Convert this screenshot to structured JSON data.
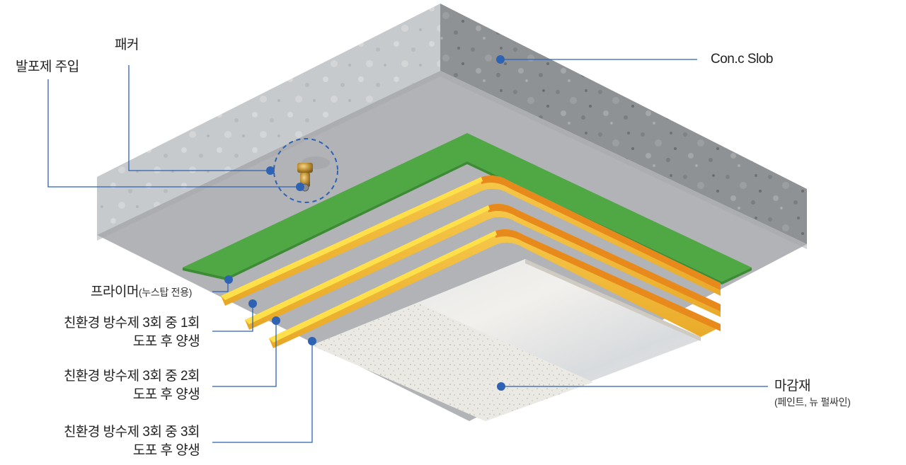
{
  "labels": {
    "foam_injection": "발포제 주입",
    "packer": "패커",
    "slab": "Con.c Slob",
    "primer_main": "프라이머",
    "primer_sub": "(누스탑 전용)",
    "coat1_line1": "친환경 방수제 3회 중 1회",
    "coat1_line2": "도포 후 양생",
    "coat2_line1": "친환경 방수제 3회 중 2회",
    "coat2_line2": "도포 후 양생",
    "coat3_line1": "친환경 방수제 3회 중 3회",
    "coat3_line2": "도포 후 양생",
    "finish_main": "마감재",
    "finish_sub": "(페인트, 뉴 펄싸인)"
  },
  "colors": {
    "leader": "#2e62b3",
    "slab_top": "#c9ccce",
    "slab_front": "#b3b5b8",
    "slab_side": "#8d9092",
    "primer": "#4fa844",
    "coat_yellow": "#f5c13a",
    "coat_orange": "#e8891c",
    "finish": "#e9e7e2"
  },
  "icons": {
    "packer": "brass-packer-icon"
  }
}
